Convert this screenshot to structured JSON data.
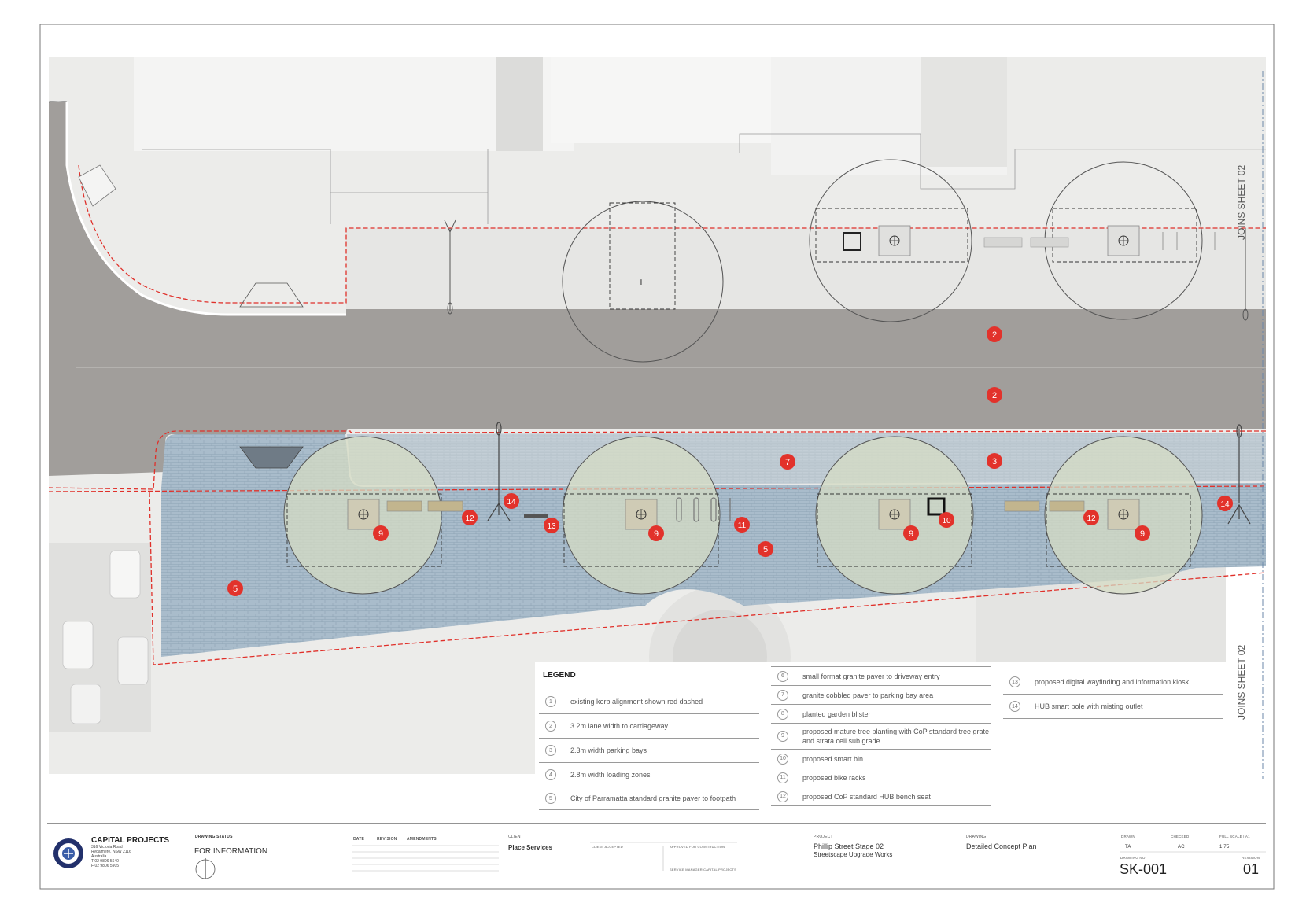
{
  "sheet_edge_labels": {
    "joins_top": "JOINS SHEET 02",
    "joins_bottom": "JOINS SHEET 02"
  },
  "callouts": [
    {
      "n": "2"
    },
    {
      "n": "2"
    },
    {
      "n": "3"
    },
    {
      "n": "7"
    },
    {
      "n": "5"
    },
    {
      "n": "5"
    },
    {
      "n": "9"
    },
    {
      "n": "9"
    },
    {
      "n": "9"
    },
    {
      "n": "9"
    },
    {
      "n": "10"
    },
    {
      "n": "11"
    },
    {
      "n": "12"
    },
    {
      "n": "12"
    },
    {
      "n": "13"
    },
    {
      "n": "14"
    },
    {
      "n": "14"
    }
  ],
  "legend": {
    "title": "LEGEND",
    "col1": [
      {
        "n": "1",
        "text": "existing kerb alignment shown red dashed"
      },
      {
        "n": "2",
        "text": "3.2m lane width to carriageway"
      },
      {
        "n": "3",
        "text": "2.3m width parking bays"
      },
      {
        "n": "4",
        "text": "2.8m width loading zones"
      },
      {
        "n": "5",
        "text": "City of Parramatta standard granite paver to footpath"
      }
    ],
    "col2": [
      {
        "n": "6",
        "text": "small format granite paver to driveway entry"
      },
      {
        "n": "7",
        "text": "granite cobbled paver to parking bay area"
      },
      {
        "n": "8",
        "text": "planted garden blister"
      },
      {
        "n": "9",
        "text": "proposed mature tree planting with CoP standard tree grate and strata cell sub grade"
      },
      {
        "n": "10",
        "text": "proposed smart bin"
      },
      {
        "n": "11",
        "text": "proposed bike racks"
      },
      {
        "n": "12",
        "text": "proposed CoP standard HUB bench seat"
      }
    ],
    "col3": [
      {
        "n": "13",
        "text": "proposed digital wayfinding and information kiosk"
      },
      {
        "n": "14",
        "text": "HUB smart pole with misting outlet"
      }
    ]
  },
  "title_block": {
    "org_name": "CAPITAL PROJECTS",
    "address_lines": [
      "316 Victoria Road",
      "Rydalmere, NSW 2116",
      "Australia",
      "T 02 9806 5640",
      "F 02 9806 5905"
    ],
    "drawing_status_label": "DRAWING STATUS",
    "drawing_status": "FOR INFORMATION",
    "date_label": "DATE",
    "revision_label": "REVISION",
    "amendments_label": "AMENDMENTS",
    "client_label": "CLIENT",
    "client": "Place Services",
    "client_accepted_label": "CLIENT ACCEPTED",
    "approved_label": "APPROVED FOR CONSTRUCTION",
    "service_manager_label": "SERVICE MANAGER CAPITAL PROJECTS",
    "project_label": "PROJECT",
    "project_line1": "Phillip Street Stage 02",
    "project_line2": "Streetscape Upgrade Works",
    "drawing_label": "DRAWING",
    "drawing": "Detailed Concept Plan",
    "drawn_label": "DRAWN",
    "drawn": "TA",
    "checked_label": "CHECKED",
    "checked": "AC",
    "scale_label": "FULL SCALE | A1",
    "scale": "1:75",
    "drawing_no_label": "DRAWING NO.",
    "drawing_no": "SK-001",
    "revision_no_label": "REVISION",
    "revision_no": "01"
  },
  "colors": {
    "road": "#a19e9b",
    "paving": "#a9bccb",
    "red_line": "#e0302a",
    "callout": "#e2322b",
    "site_bg": "#ececea"
  }
}
